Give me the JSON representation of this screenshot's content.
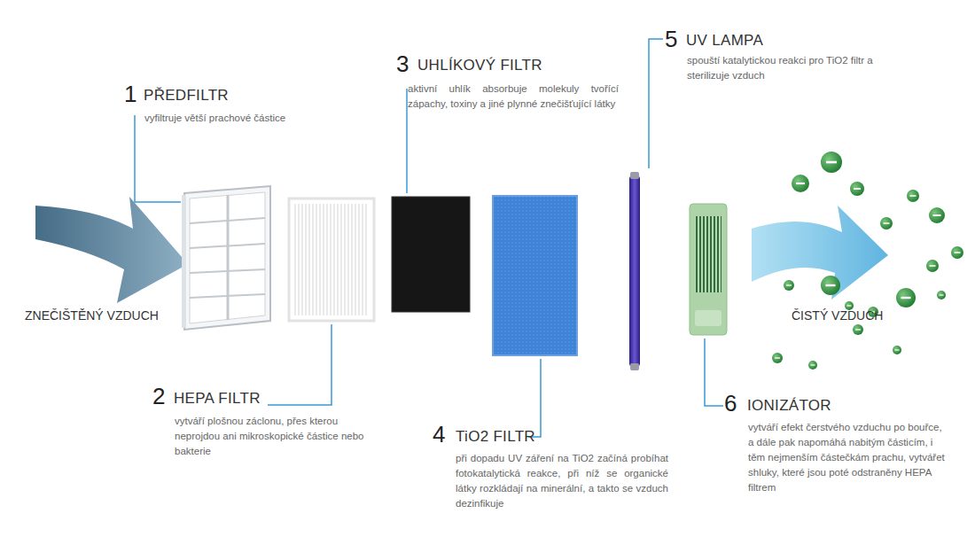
{
  "diagram": {
    "labels": [
      "ZNEČIŠTĚNÝ VZDUCH",
      "1",
      "PŘEDFILTR",
      "vyfiltruje větší prachové částice",
      "2",
      "HEPA FILTR",
      "vytváří plošnou záclonu, přes kterou neprojdou ani mikroskopické částice nebo bakterie",
      "3",
      "UHLÍKOVÝ FILTR",
      "aktivní uhlík absorbuje molekuly tvořící zápachy, toxiny a jiné plynné znečišťující látky",
      "4",
      "TiO2 FILTR",
      "při dopadu UV záření na TiO2 začíná probíhat fotokatalytická reakce, při níž se organické látky rozkládají na minerální, a takto se vzduch dezinfikuje",
      "5",
      "UV LAMPA",
      "spouští katalytickou reakci pro TiO2 filtr a sterilizuje vzduch",
      "6",
      "IONIZÁTOR",
      "vytváří efekt čerstvého vzduchu po bouřce, a dále pak napomáhá nabitým částicím, i těm nejmenším částečkám prachu, vytvářet shluky, které jsou poté odstraněny HEPA filtrem",
      "ČISTÝ VZDUCH"
    ]
  }
}
